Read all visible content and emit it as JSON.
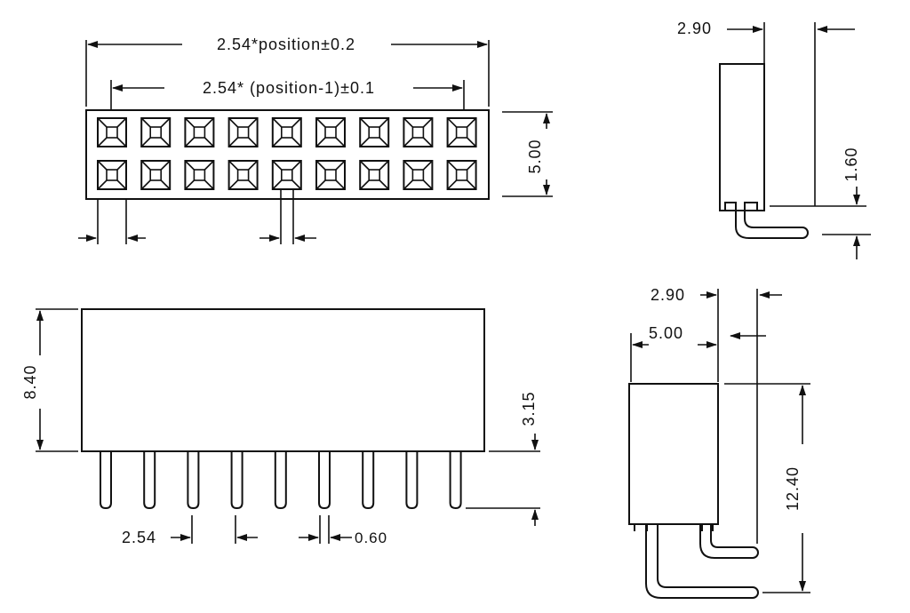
{
  "top_view": {
    "dim_overall": "2.54*position±0.2",
    "dim_pitch_span": "2.54* (position-1)±0.1",
    "dim_height": "5.00",
    "columns": 9,
    "rows": 2
  },
  "side_view_top": {
    "dim_width": "2.90",
    "dim_offset": "1.60"
  },
  "front_view": {
    "dim_body_height": "8.40",
    "dim_pin_length": "3.15",
    "dim_pitch": "2.54",
    "dim_pin_width": "0.60",
    "pins": 9
  },
  "side_view_bottom": {
    "dim_width_a": "2.90",
    "dim_width_b": "5.00",
    "dim_total_height": "12.40"
  }
}
